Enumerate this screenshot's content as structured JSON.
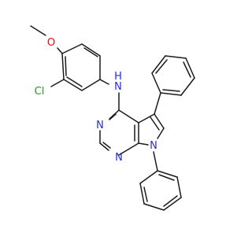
{
  "molecule": {
    "atoms": {
      "O": "O",
      "Cl": "Cl",
      "NH": "N",
      "H": "H",
      "N_upper": "N",
      "N_lower": "N",
      "N_pyrrole": "N"
    },
    "colors": {
      "bond": "#1a1a1a",
      "nitrogen": "#2a2ad8",
      "oxygen": "#e01010",
      "chlorine": "#1f9e1f"
    }
  }
}
